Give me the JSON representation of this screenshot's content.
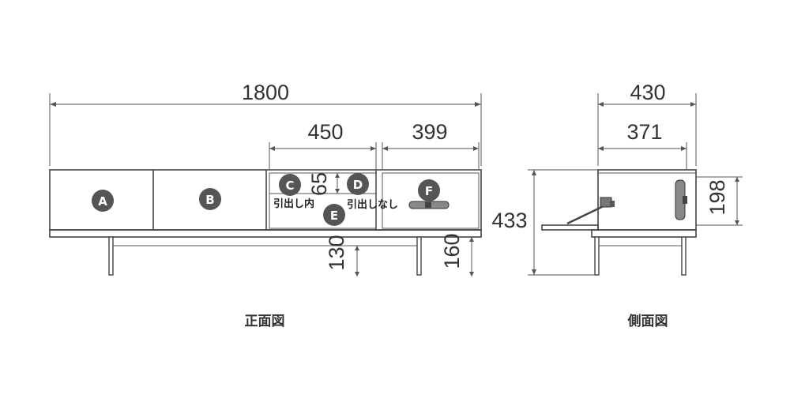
{
  "front": {
    "caption": "正面図",
    "dims": {
      "width_total": "1800",
      "drawer_c_width": "450",
      "drawer_d_width": "399",
      "drawer_height": "65",
      "leg_clearance_c": "130",
      "leg_clearance_d": "160"
    },
    "markers": {
      "a": "A",
      "b": "B",
      "c": "C",
      "d": "D",
      "e": "E",
      "f": "F"
    },
    "notes": {
      "inside_drawer": "引出し内",
      "no_drawer": "引出しなし"
    }
  },
  "side": {
    "caption": "側面図",
    "dims": {
      "depth_total": "430",
      "depth_inner": "371",
      "height_total": "433",
      "height_upper": "198"
    }
  },
  "colors": {
    "marker": "#555555",
    "line": "#444444",
    "text": "#333333"
  }
}
